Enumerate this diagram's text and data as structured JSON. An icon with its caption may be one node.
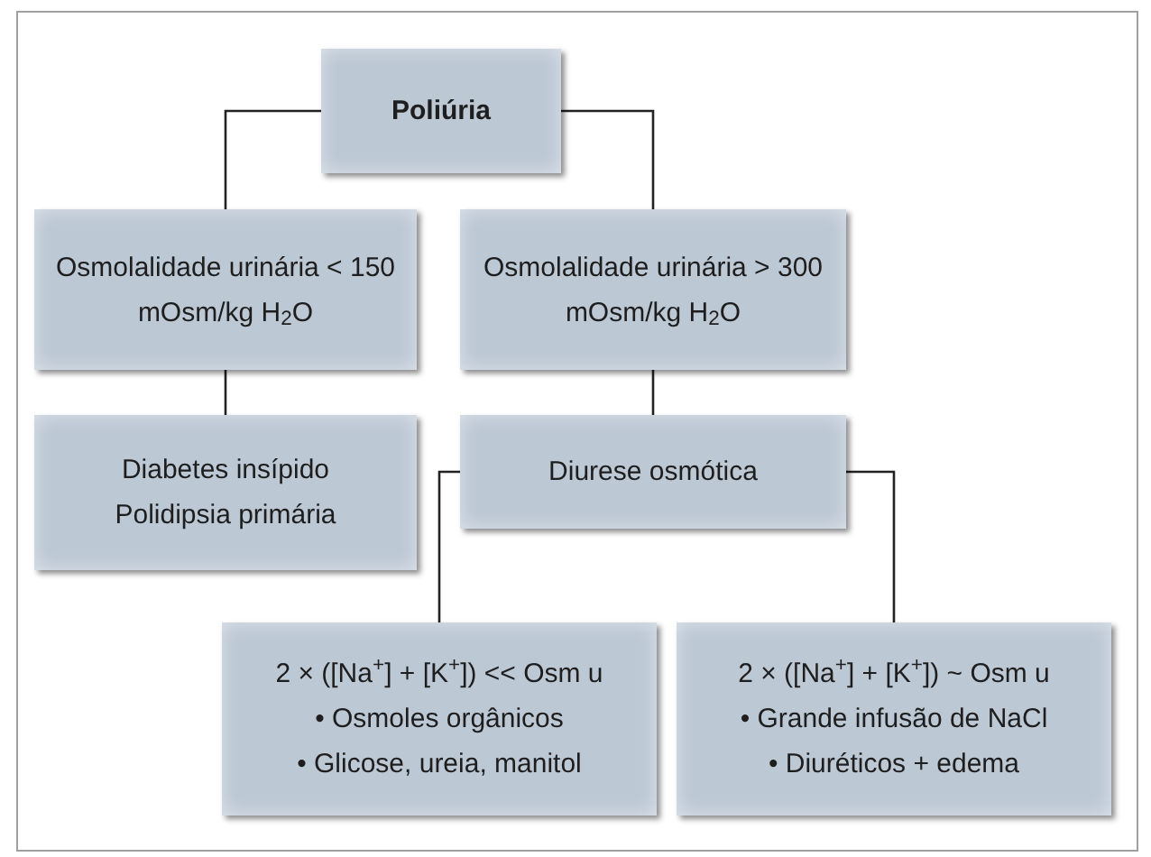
{
  "diagram": {
    "nodes": [
      {
        "text": [
          "Poliúria"
        ]
      },
      {
        "text": [
          "Osmolalidade urinária < 150 mOsm/kg H$_{2}$O"
        ]
      },
      {
        "text": [
          "Osmolalidade urinária > 300 mOsm/kg H$_{2}$O"
        ]
      },
      {
        "text": [
          "Diabetes insípido",
          "Polidipsia primária"
        ]
      },
      {
        "text": [
          "Diurese osmótica"
        ]
      },
      {
        "text": [
          "2 × ([Na$^{+}$] + [K$^{+}$]) << Osm u",
          "• Osmoles orgânicos",
          "• Glicose, ureia, manitol"
        ]
      },
      {
        "text": [
          "2 × ([Na$^{+}$] + [K$^{+}$]) ~ Osm u",
          "• Grande infusão de NaCl",
          "• Diuréticos + edema"
        ]
      }
    ],
    "edges": [
      {
        "from": 0,
        "to": 1,
        "arrow": "none"
      },
      {
        "from": 0,
        "to": 2,
        "arrow": "none"
      },
      {
        "from": 1,
        "to": 3,
        "arrow": "none"
      },
      {
        "from": 2,
        "to": 4,
        "arrow": "none"
      },
      {
        "from": 4,
        "to": 5,
        "arrow": "none"
      },
      {
        "from": 4,
        "to": 6,
        "arrow": "none"
      }
    ]
  }
}
